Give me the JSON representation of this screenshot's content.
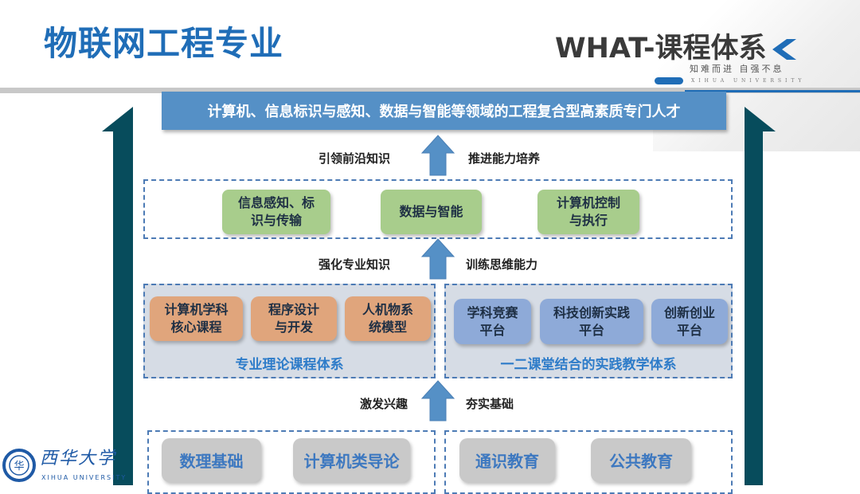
{
  "header": {
    "title": "物联网工程专业",
    "subtitle": "WHAT-课程体系",
    "motto": "知难而进 自强不息",
    "motto_en": "XIHUA UNIVERSITY"
  },
  "goal": "计算机、信息标识与感知、数据与智能等领域的工程复合型高素质专门人才",
  "level3": {
    "left_label": "引领前沿知识",
    "right_label": "推进能力培养",
    "items": [
      [
        "信息感知、标",
        "识与传输"
      ],
      [
        "数据与智能"
      ],
      [
        "计算机控制",
        "与执行"
      ]
    ]
  },
  "level2": {
    "left_label": "强化专业知识",
    "right_label": "训练思维能力",
    "theory": {
      "title": "专业理论课程体系",
      "items": [
        [
          "计算机学科",
          "核心课程"
        ],
        [
          "程序设计",
          "与开发"
        ],
        [
          "人机物系",
          "统模型"
        ]
      ]
    },
    "practice": {
      "title": "一二课堂结合的实践教学体系",
      "items": [
        [
          "学科竞赛",
          "平台"
        ],
        [
          "科技创新实践",
          "平台"
        ],
        [
          "创新创业",
          "平台"
        ]
      ]
    }
  },
  "level1": {
    "left_label": "激发兴趣",
    "right_label": "夯实基础",
    "items": [
      "数理基础",
      "计算机类导论",
      "通识教育",
      "公共教育"
    ]
  },
  "logo": {
    "name": "西华大学",
    "name_en": "XIHUA UNIVERSITY",
    "seal": "华"
  },
  "colors": {
    "accent": "#1f6db7",
    "banner": "#5590c6",
    "arrow": "#074c5c",
    "green": "#a8cd8c",
    "orange": "#e0a57c",
    "blue_box": "#8eaad8"
  }
}
